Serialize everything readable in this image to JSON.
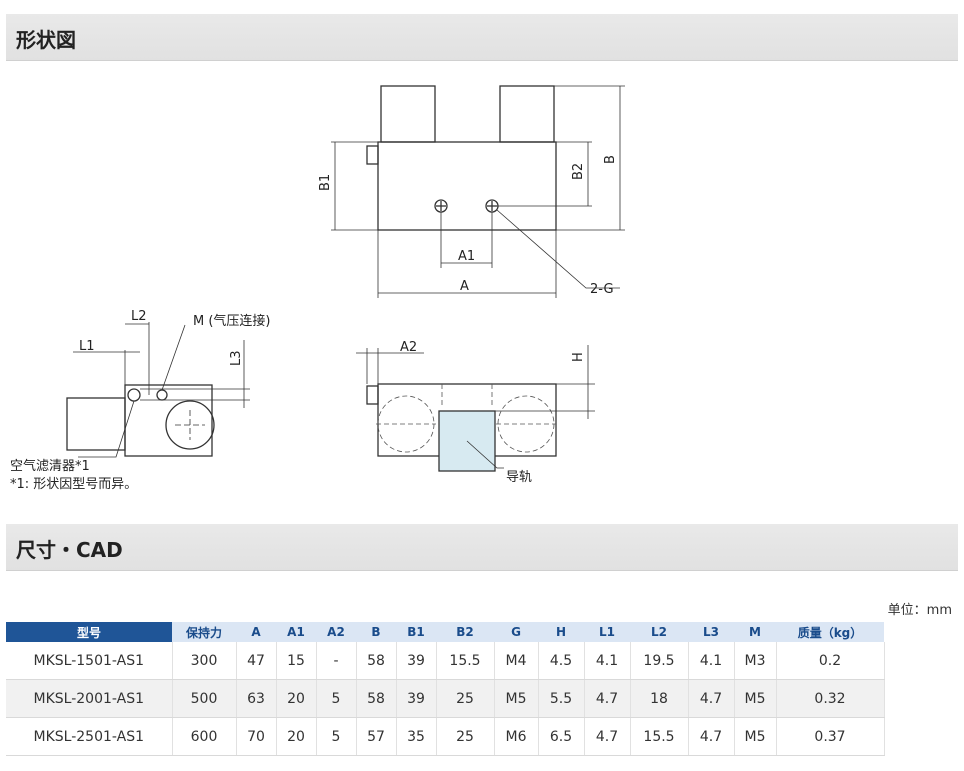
{
  "sections": {
    "shape_title": "形状図",
    "dim_title": "尺寸・CAD"
  },
  "drawing_labels": {
    "A": "A",
    "A1": "A1",
    "B": "B",
    "B1": "B1",
    "B2": "B2",
    "G": "2-G",
    "L1": "L1",
    "L2": "L2",
    "L3": "L3",
    "M": "M (气压连接)",
    "A2": "A2",
    "H": "H",
    "filter": "空气滤清器*1",
    "note": "*1: 形状因型号而异。",
    "rail": "导轨"
  },
  "unit": "单位：mm",
  "table": {
    "headers": [
      "型号",
      "保持力",
      "A",
      "A1",
      "A2",
      "B",
      "B1",
      "B2",
      "G",
      "H",
      "L1",
      "L2",
      "L3",
      "M",
      "质量（kg）"
    ],
    "rows": [
      [
        "MKSL-1501-AS1",
        "300",
        "47",
        "15",
        "-",
        "58",
        "39",
        "15.5",
        "M4",
        "4.5",
        "4.1",
        "19.5",
        "4.1",
        "M3",
        "0.2"
      ],
      [
        "MKSL-2001-AS1",
        "500",
        "63",
        "20",
        "5",
        "58",
        "39",
        "25",
        "M5",
        "5.5",
        "4.7",
        "18",
        "4.7",
        "M5",
        "0.32"
      ],
      [
        "MKSL-2501-AS1",
        "600",
        "70",
        "20",
        "5",
        "57",
        "35",
        "25",
        "M6",
        "6.5",
        "4.7",
        "15.5",
        "4.7",
        "M5",
        "0.37"
      ]
    ]
  }
}
